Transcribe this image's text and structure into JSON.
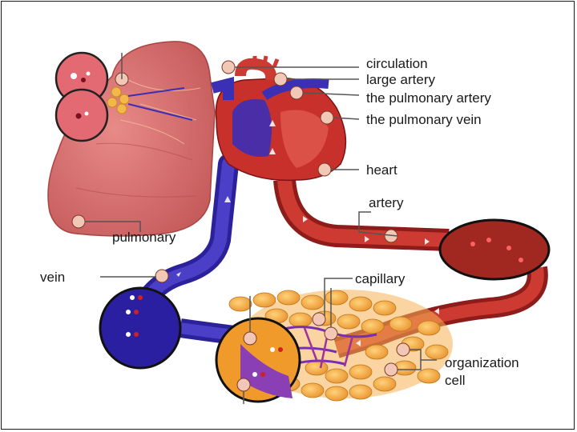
{
  "labels": {
    "circulation": "circulation",
    "large_artery": "large artery",
    "pulmonary_artery": "the pulmonary artery",
    "pulmonary_vein": "the pulmonary vein",
    "heart": "heart",
    "artery": "artery",
    "pulmonary": "pulmonary",
    "vein": "vein",
    "capillary": "capillary",
    "organization": "organization",
    "cell": "cell"
  },
  "colors": {
    "lung": "#d9706f",
    "lung_dark": "#b84e4e",
    "artery": "#c8302c",
    "artery_dark": "#8e1c1a",
    "vein": "#3b2fb5",
    "vein_dark": "#1f178a",
    "tissue": "#f1a23c",
    "marker": "#f3c7b5",
    "leader": "#555555"
  }
}
